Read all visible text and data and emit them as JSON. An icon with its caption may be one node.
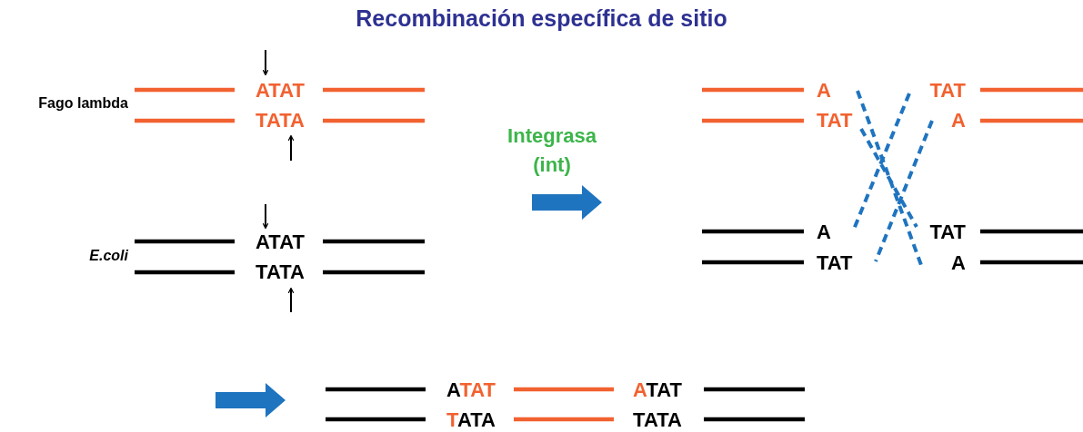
{
  "diagram": {
    "title": "Recombinación específica de sitio",
    "labels": [
      "ATAT",
      "Fago lambda",
      "TATA",
      "A",
      "TAT",
      "TAT",
      "A",
      "Integrasa (int)",
      "ATAT",
      "E.coli",
      "TATA",
      "A",
      "TAT",
      "TAT",
      "A",
      "ATAT",
      "ATAT",
      "TATA",
      "TATA"
    ]
  }
}
